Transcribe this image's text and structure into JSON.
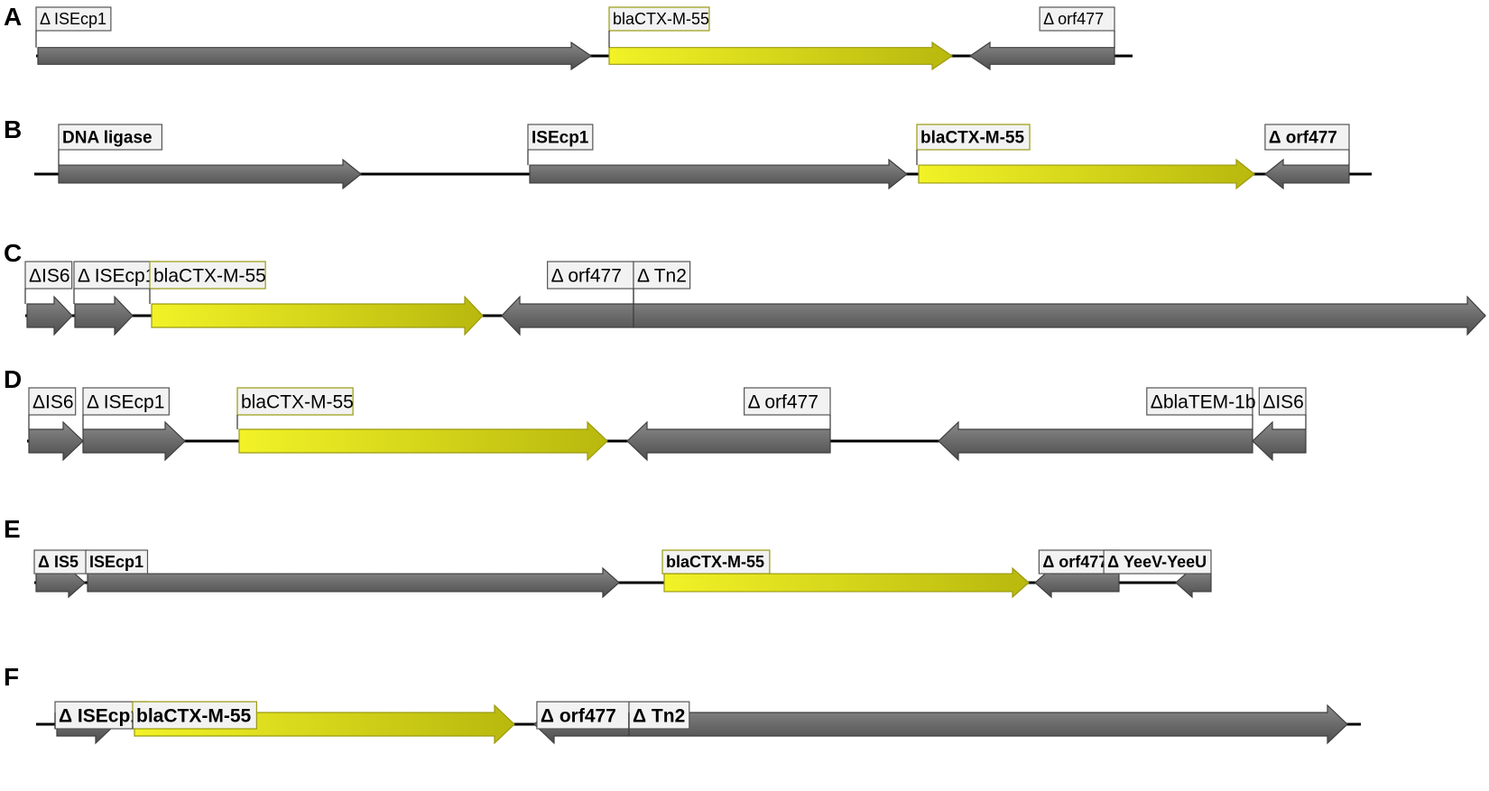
{
  "figure": {
    "panels": [
      {
        "letter": "A",
        "label_style": "normal",
        "segments": [],
        "genes": [
          {
            "label": "Δ ISEcp1",
            "color": "gray",
            "direction": "right"
          },
          {
            "label": "blaCTX-M-55",
            "color": "yellow",
            "direction": "right"
          },
          {
            "label": "Δ orf477",
            "color": "gray",
            "direction": "left"
          }
        ]
      },
      {
        "letter": "B",
        "label_style": "bold",
        "genes": [
          {
            "label": "DNA ligase",
            "color": "gray",
            "direction": "right"
          },
          {
            "label": "ISEcp1",
            "color": "gray",
            "direction": "right"
          },
          {
            "label": "blaCTX-M-55",
            "color": "yellow",
            "direction": "right"
          },
          {
            "label": "Δ orf477",
            "color": "gray",
            "direction": "left"
          }
        ]
      },
      {
        "letter": "C",
        "label_style": "normal",
        "genes": [
          {
            "label": "ΔIS6",
            "color": "gray",
            "direction": "right"
          },
          {
            "label": "Δ ISEcp1",
            "color": "gray",
            "direction": "right"
          },
          {
            "label": "blaCTX-M-55",
            "color": "yellow",
            "direction": "right"
          },
          {
            "label": "Δ orf477",
            "color": "gray",
            "direction": "left"
          },
          {
            "label": "Δ Tn2",
            "color": "gray",
            "direction": "right"
          }
        ]
      },
      {
        "letter": "D",
        "label_style": "normal",
        "genes": [
          {
            "label": "ΔIS6",
            "color": "gray",
            "direction": "right"
          },
          {
            "label": "Δ ISEcp1",
            "color": "gray",
            "direction": "right"
          },
          {
            "label": "blaCTX-M-55",
            "color": "yellow",
            "direction": "right"
          },
          {
            "label": "Δ orf477",
            "color": "gray",
            "direction": "left"
          },
          {
            "label": "ΔblaTEM-1b",
            "color": "gray",
            "direction": "left"
          },
          {
            "label": "ΔIS6",
            "color": "gray",
            "direction": "left"
          }
        ]
      },
      {
        "letter": "E",
        "label_style": "bold",
        "genes": [
          {
            "label": "Δ IS5",
            "color": "gray",
            "direction": "right"
          },
          {
            "label": "ISEcp1",
            "color": "gray",
            "direction": "right"
          },
          {
            "label": "blaCTX-M-55",
            "color": "yellow",
            "direction": "right"
          },
          {
            "label": "Δ orf477",
            "color": "gray",
            "direction": "left"
          },
          {
            "label": "Δ YeeV-YeeU",
            "color": "gray",
            "direction": "left"
          }
        ]
      },
      {
        "letter": "F",
        "label_style": "bold",
        "genes": [
          {
            "label": "Δ ISEcp1",
            "color": "gray",
            "direction": "right"
          },
          {
            "label": "blaCTX-M-55",
            "color": "yellow",
            "direction": "right"
          },
          {
            "label": "Δ orf477",
            "color": "gray",
            "direction": "left"
          },
          {
            "label": "Δ Tn2",
            "color": "gray",
            "direction": "right"
          }
        ]
      }
    ],
    "colors": {
      "gray_fill": "#6b6b6b",
      "gray_dark": "#555555",
      "yellow_fill": "#d4d21a",
      "yellow_light": "#eeee30",
      "backbone": "#000000",
      "label_bg": "#f2f2f2"
    }
  }
}
